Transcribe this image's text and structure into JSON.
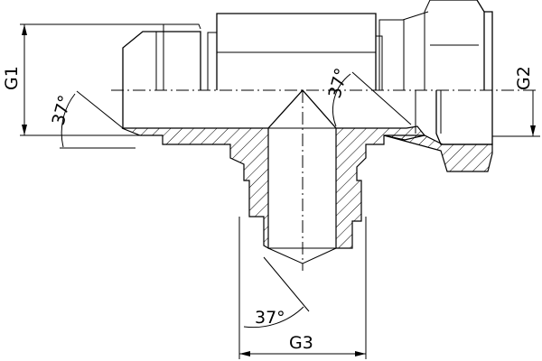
{
  "drawing": {
    "dimensions": {
      "g1": "G1",
      "g2": "G2",
      "g3": "G3"
    },
    "angles": {
      "left": "37°",
      "center": "37°",
      "bottom": "37°"
    }
  }
}
